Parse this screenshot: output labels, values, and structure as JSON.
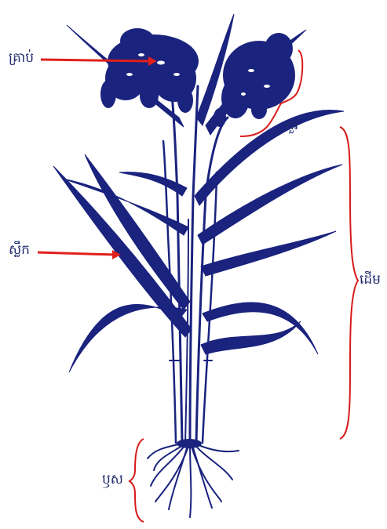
{
  "labels": {
    "grain": "គ្រាប់",
    "panicle": "កួរ",
    "leaf": "ស្លឹក",
    "stem": "ដើម",
    "root": "ឫស"
  },
  "colors": {
    "plant": "#1a237e",
    "arrow": "#e0201b",
    "bracket": "#d81b1b",
    "label": "#1f2a6b"
  }
}
